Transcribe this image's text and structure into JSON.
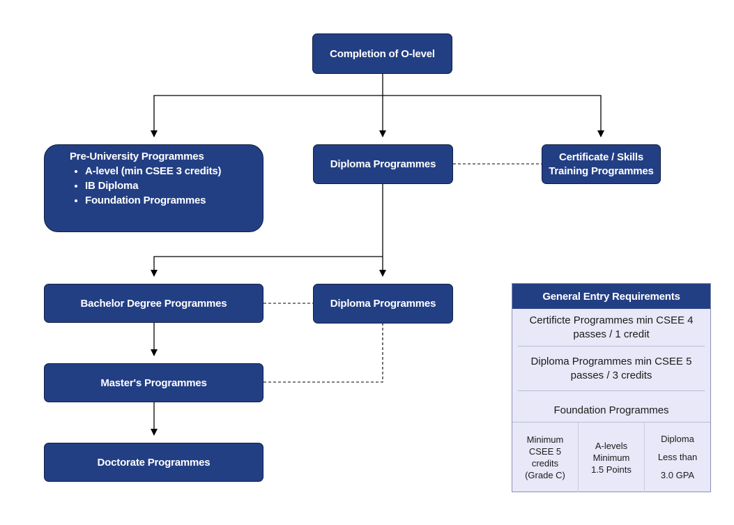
{
  "diagram": {
    "root": {
      "label": "Completion of O-level"
    },
    "pre_university": {
      "title": "Pre-University Programmes",
      "items": [
        "A-level (min CSEE 3 credits)",
        "IB Diploma",
        "Foundation Programmes"
      ]
    },
    "diploma_top": {
      "label": "Diploma Programmes"
    },
    "certificate": {
      "line1": "Certificate / Skills",
      "line2": "Training Programmes"
    },
    "bachelor": {
      "label": "Bachelor Degree Programmes"
    },
    "diploma_mid": {
      "label": "Diploma Programmes"
    },
    "masters": {
      "label": "Master's Programmes"
    },
    "doctorate": {
      "label": "Doctorate Programmes"
    }
  },
  "requirements": {
    "title": "General Entry Requirements",
    "certificate": "Certificte Programmes min CSEE 4 passes / 1 credit",
    "diploma": "Diploma Programmes min CSEE 5 passes / 3 credits",
    "foundation_title": "Foundation Programmes",
    "columns": [
      {
        "lines": [
          "Minimum",
          "CSEE 5",
          "credits",
          "(Grade C)"
        ]
      },
      {
        "lines": [
          "A-levels",
          "Minimum",
          "1.5 Points"
        ]
      },
      {
        "lines": [
          "Diploma",
          "Less than",
          "3.0 GPA"
        ]
      }
    ]
  },
  "colors": {
    "box_fill": "#233f84",
    "box_border": "#0f1d42",
    "table_fill": "#e8e8f8"
  }
}
